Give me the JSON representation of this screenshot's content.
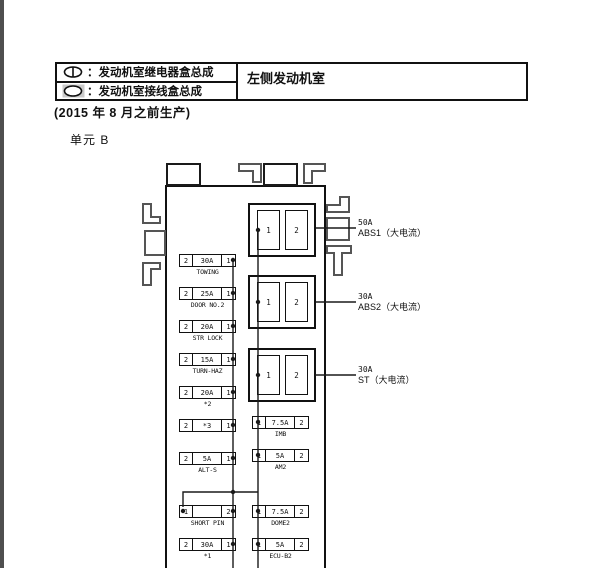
{
  "legend": {
    "relay_symbol_label": "：发动机室继电器盒总成",
    "junction_symbol_label": "：发动机室接线盒总成",
    "location": "左侧发动机室",
    "production_note": "(2015 年 8 月之前生产)"
  },
  "unit_label": "单元 B",
  "diagram": {
    "big_fuses": [
      {
        "pin1": "1",
        "pin2": "2",
        "amp": "50A",
        "name": "ABS1（大电流）"
      },
      {
        "pin1": "1",
        "pin2": "2",
        "amp": "30A",
        "name": "ABS2（大电流）"
      },
      {
        "pin1": "1",
        "pin2": "2",
        "amp": "30A",
        "name": "ST（大电流）"
      }
    ],
    "left_fuses": [
      {
        "pin_left": "2",
        "amp": "30A",
        "pin_right": "1",
        "name": "TOWING"
      },
      {
        "pin_left": "2",
        "amp": "25A",
        "pin_right": "1",
        "name": "DOOR NO.2"
      },
      {
        "pin_left": "2",
        "amp": "20A",
        "pin_right": "1",
        "name": "STR LOCK"
      },
      {
        "pin_left": "2",
        "amp": "15A",
        "pin_right": "1",
        "name": "TURN-HAZ"
      },
      {
        "pin_left": "2",
        "amp": "20A",
        "pin_right": "1",
        "name": "*2"
      },
      {
        "pin_left": "2",
        "amp": "*3",
        "pin_right": "1",
        "name": ""
      },
      {
        "pin_left": "2",
        "amp": "5A",
        "pin_right": "1",
        "name": "ALT-S"
      }
    ],
    "short_pin": {
      "pin_left": "1",
      "amp": "",
      "pin_right": "2",
      "name": "SHORT PIN"
    },
    "star1": {
      "pin_left": "2",
      "amp": "30A",
      "pin_right": "1",
      "name": "*1"
    },
    "right_fuses": [
      {
        "pin_left": "1",
        "amp": "7.5A",
        "pin_right": "2",
        "name": "IMB"
      },
      {
        "pin_left": "1",
        "amp": "5A",
        "pin_right": "2",
        "name": "AM2"
      },
      {
        "pin_left": "1",
        "amp": "7.5A",
        "pin_right": "2",
        "name": "DOME2"
      },
      {
        "pin_left": "1",
        "amp": "5A",
        "pin_right": "2",
        "name": "ECU-B2"
      }
    ]
  },
  "colors": {
    "line": "#1a1a1a",
    "tab_gray": "#555555",
    "edge_strip": "#4f4f4f",
    "symbol_bg": "#c9c9c9"
  }
}
